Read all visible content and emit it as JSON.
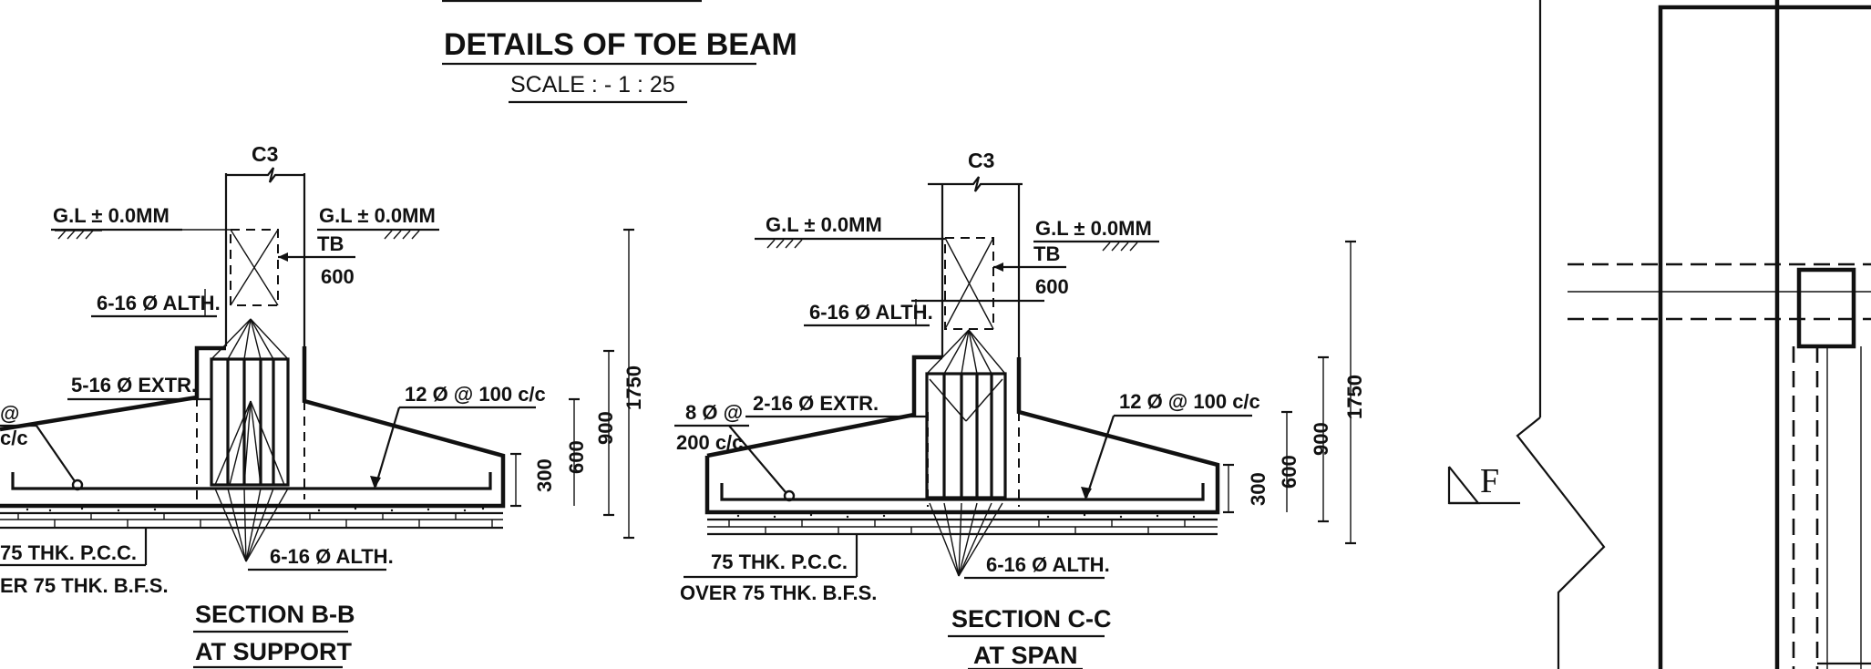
{
  "drawing": {
    "title": "DETAILS OF TOE BEAM",
    "scale": "SCALE : - 1 : 25",
    "marker_letter": "F"
  },
  "section_b": {
    "column": "C3",
    "gl_left": "G.L ± 0.0MM",
    "gl_right": "G.L ± 0.0MM",
    "tb": "TB",
    "tb_depth": "600",
    "bars_top": "6-16 Ø ALTH.",
    "bars_extra": "5-16 Ø EXTR.",
    "dist_bars": "12 Ø @ 100 c/c",
    "left_callout_1": "@",
    "left_callout_2": "c/c",
    "bars_bottom": "6-16 Ø ALTH.",
    "pcc": "75 THK. P.C.C.",
    "bfs": "ER 75 THK. B.F.S.",
    "dim_300": "300",
    "dim_600": "600",
    "dim_900": "900",
    "dim_1750": "1750",
    "section_title": "SECTION B-B",
    "section_sub": "AT SUPPORT"
  },
  "section_c": {
    "column": "C3",
    "gl_left": "G.L ± 0.0MM",
    "gl_right": "G.L ± 0.0MM",
    "tb": "TB",
    "tb_depth": "600",
    "bars_top": "6-16 Ø ALTH.",
    "bars_extra": "2-16 Ø EXTR.",
    "dist_bars": "12 Ø @ 100 c/c",
    "stirrup_1": "8 Ø @",
    "stirrup_2": "200 c/c",
    "bars_bottom": "6-16 Ø ALTH.",
    "pcc": "75 THK. P.C.C.",
    "bfs": "OVER 75 THK. B.F.S.",
    "dim_300": "300",
    "dim_600": "600",
    "dim_900": "900",
    "dim_1750": "1750",
    "section_title": "SECTION C-C",
    "section_sub": "AT SPAN"
  }
}
